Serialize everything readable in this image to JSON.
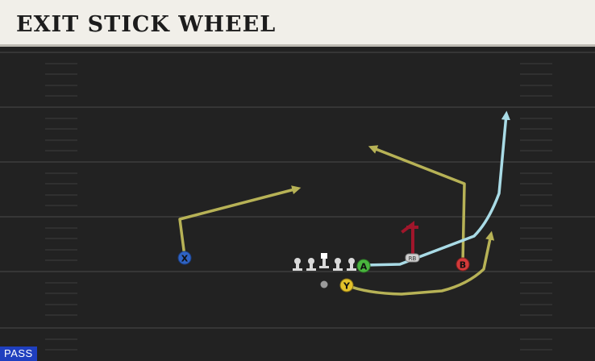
{
  "header": {
    "title": "EXIT STICK WHEEL"
  },
  "field": {
    "background_color": "#222222",
    "yard_line_color": "#3c3c3c",
    "hash_color": "#353535",
    "line_of_scrimmage_color": "#3a3a3a"
  },
  "colors": {
    "route_yellow": "#b7b256",
    "route_blue": "#a9dbe6",
    "block_red": "#a0162b",
    "lineman": "#d9d9d9",
    "button_x": "#2f63c4",
    "button_a": "#49b53e",
    "button_b": "#d33a3a",
    "button_y": "#e3c12a"
  },
  "players": {
    "x_receiver": {
      "button": "X",
      "icon": "x-button-icon"
    },
    "a_receiver": {
      "button": "A",
      "icon": "a-button-icon"
    },
    "b_receiver": {
      "button": "B",
      "icon": "b-button-icon"
    },
    "y_receiver": {
      "button": "Y",
      "icon": "y-button-icon"
    },
    "running_back": {
      "label": "RB",
      "assignment": "block"
    },
    "quarterback": {
      "icon": "qb-dot-icon"
    },
    "offensive_line": {
      "count": 5,
      "icon": "lineman-icon"
    }
  },
  "footer": {
    "play_type": "PASS"
  }
}
